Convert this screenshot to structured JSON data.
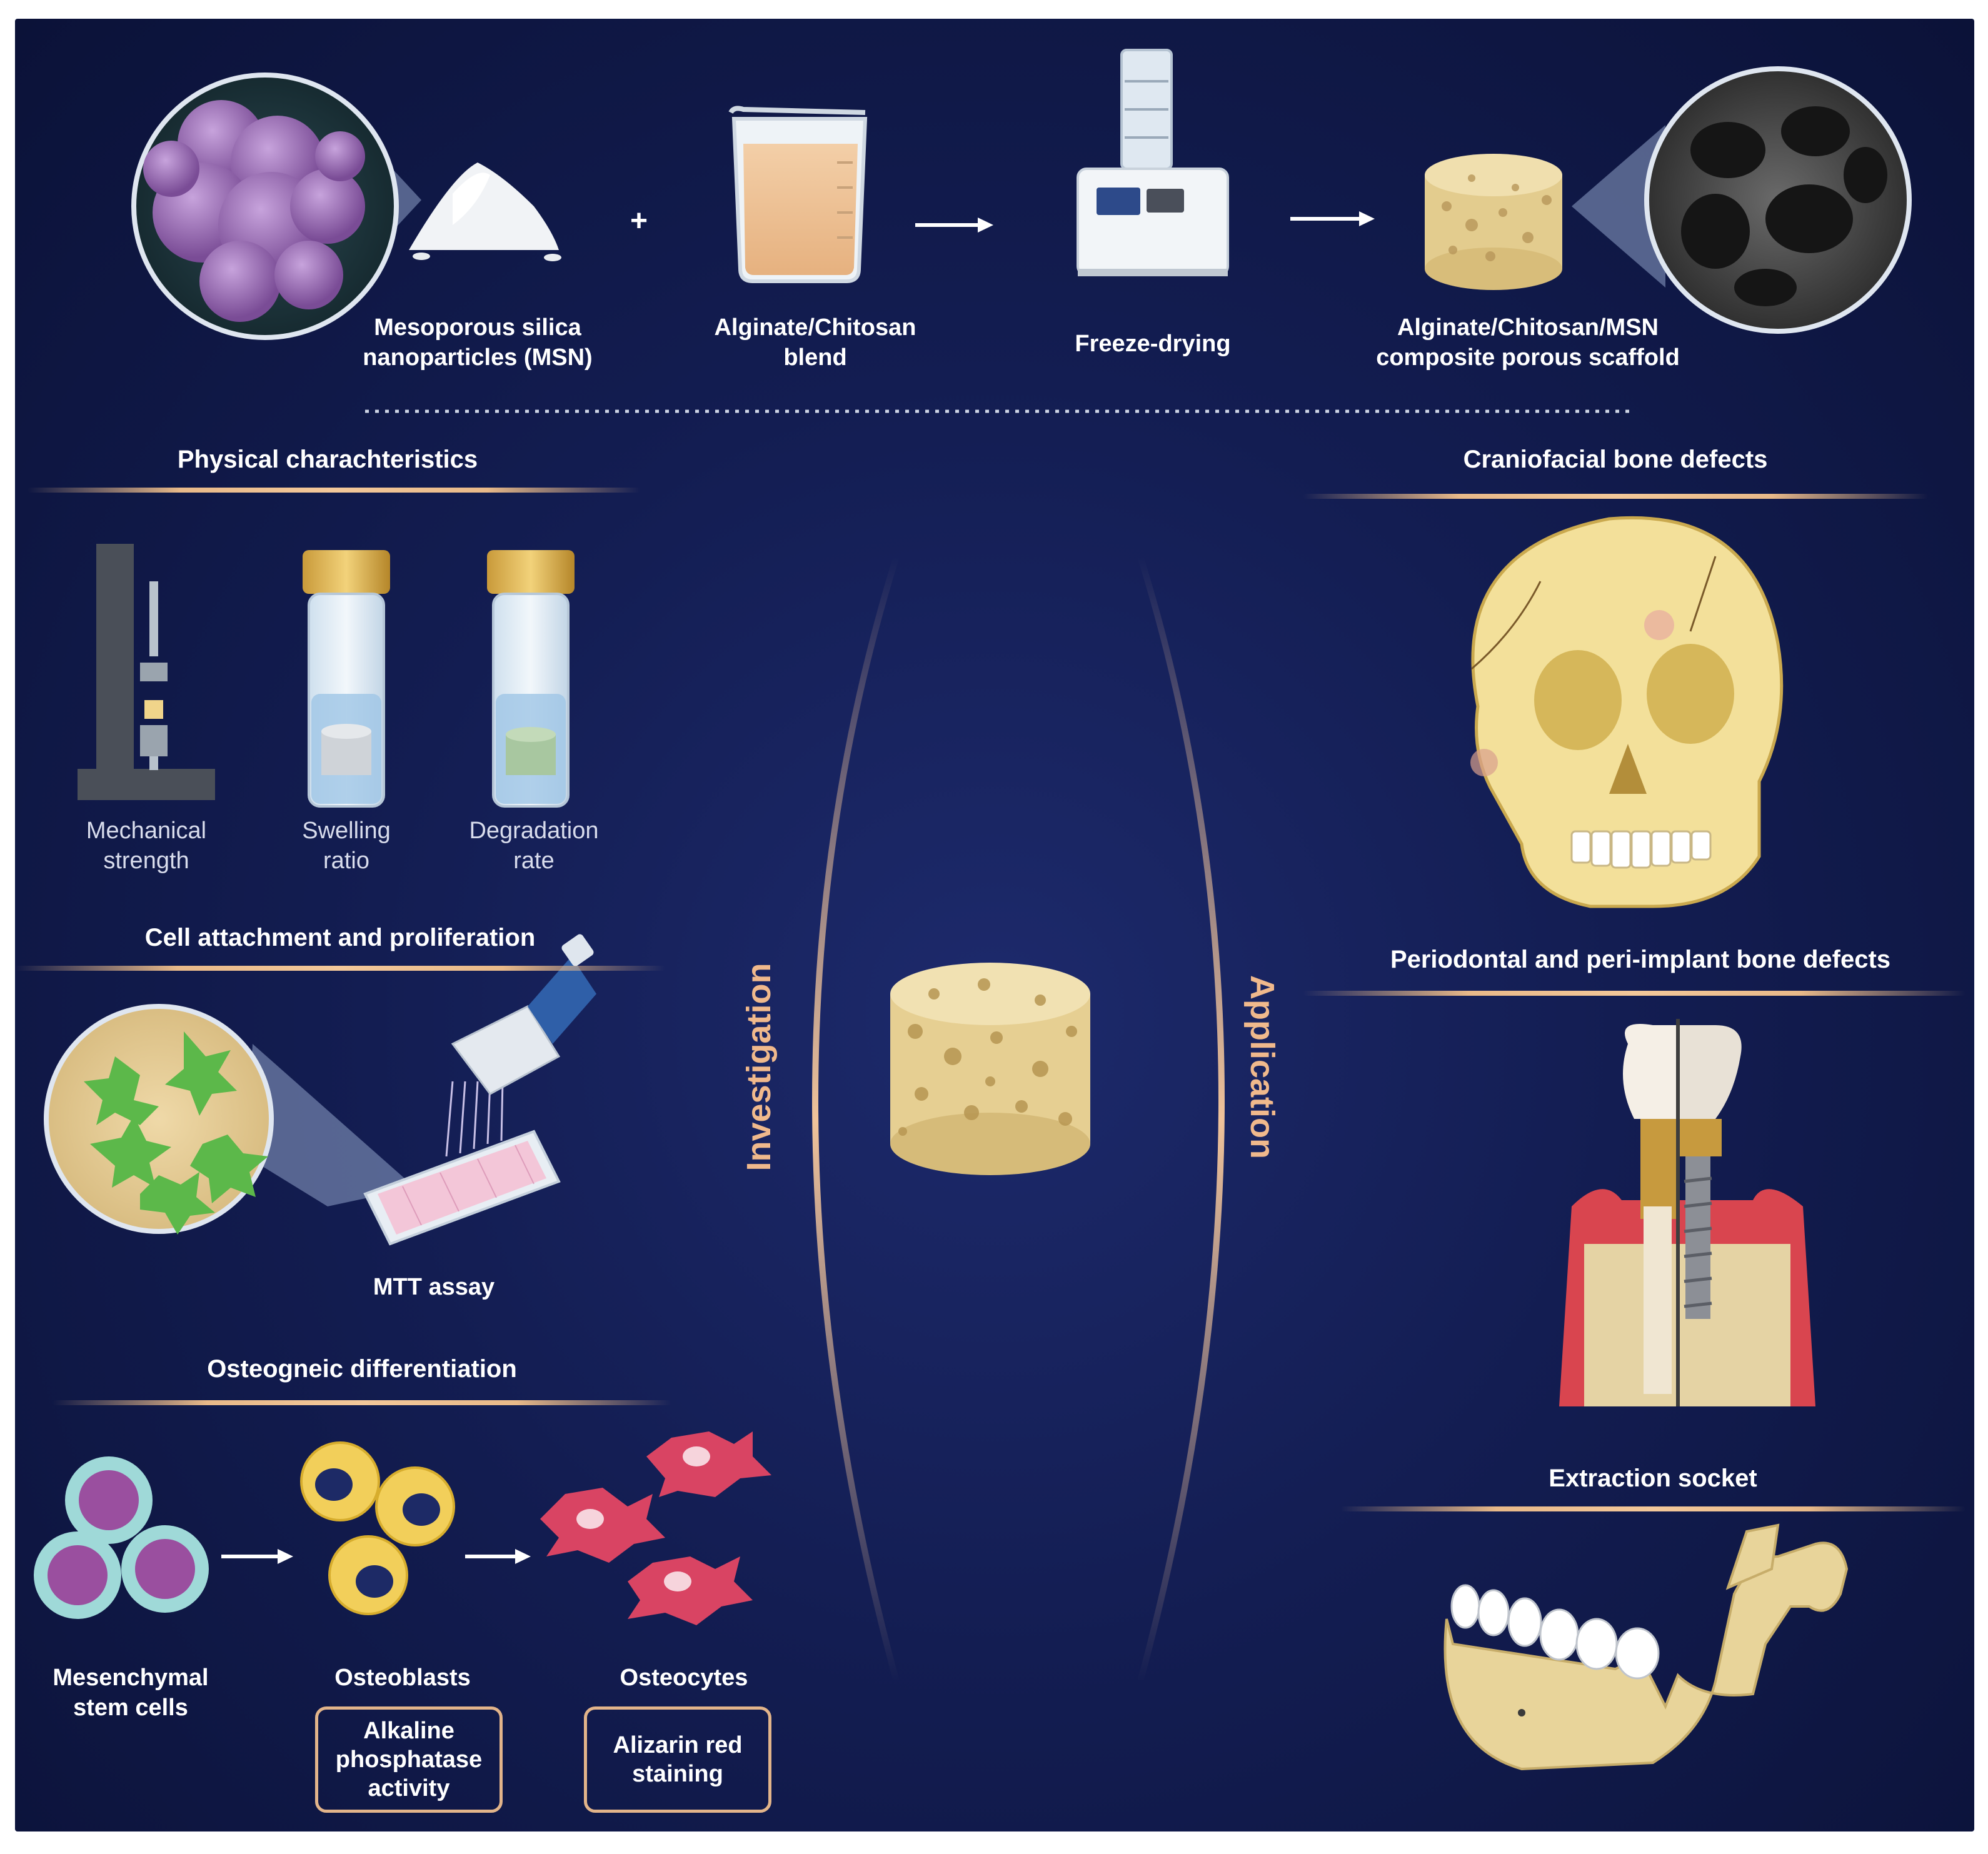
{
  "top": {
    "msn_label_1": "Mesoporous silica",
    "msn_label_2": "nanoparticles (MSN)",
    "plus": "+",
    "blend_label_1": "Alginate/Chitosan",
    "blend_label_2": "blend",
    "freeze_label": "Freeze-drying",
    "scaffold_label_1": "Alginate/Chitosan/MSN",
    "scaffold_label_2": "composite porous scaffold"
  },
  "investigation": {
    "side_label": "Investigation",
    "physical": {
      "title": "Physical charachteristics",
      "items": [
        {
          "line1": "Mechanical",
          "line2": "strength"
        },
        {
          "line1": "Swelling",
          "line2": "ratio"
        },
        {
          "line1": "Degradation",
          "line2": "rate"
        }
      ]
    },
    "cell": {
      "title": "Cell attachment and proliferation",
      "assay": "MTT assay"
    },
    "osteo": {
      "title": "Osteogneic differentiation",
      "msc_1": "Mesenchymal",
      "msc_2": "stem cells",
      "osteoblasts": "Osteoblasts",
      "osteocytes": "Osteocytes",
      "alp_1": "Alkaline",
      "alp_2": "phosphatase",
      "alp_3": "activity",
      "ars_1": "Alizarin red",
      "ars_2": "staining"
    }
  },
  "application": {
    "side_label": "Application",
    "craniofacial": "Craniofacial bone defects",
    "periodontal": "Periodontal and peri-implant bone defects",
    "extraction": "Extraction socket"
  },
  "colors": {
    "background": "#131d52",
    "accent_gold": "#e8b989",
    "scaffold": "#e9d5a0",
    "msn_purple": "#8a5aa6",
    "cell_green": "#5cb84a",
    "osteoblast_yellow": "#f2cf5a",
    "osteocyte_pink": "#d94463",
    "bone": "#e8d49a"
  }
}
